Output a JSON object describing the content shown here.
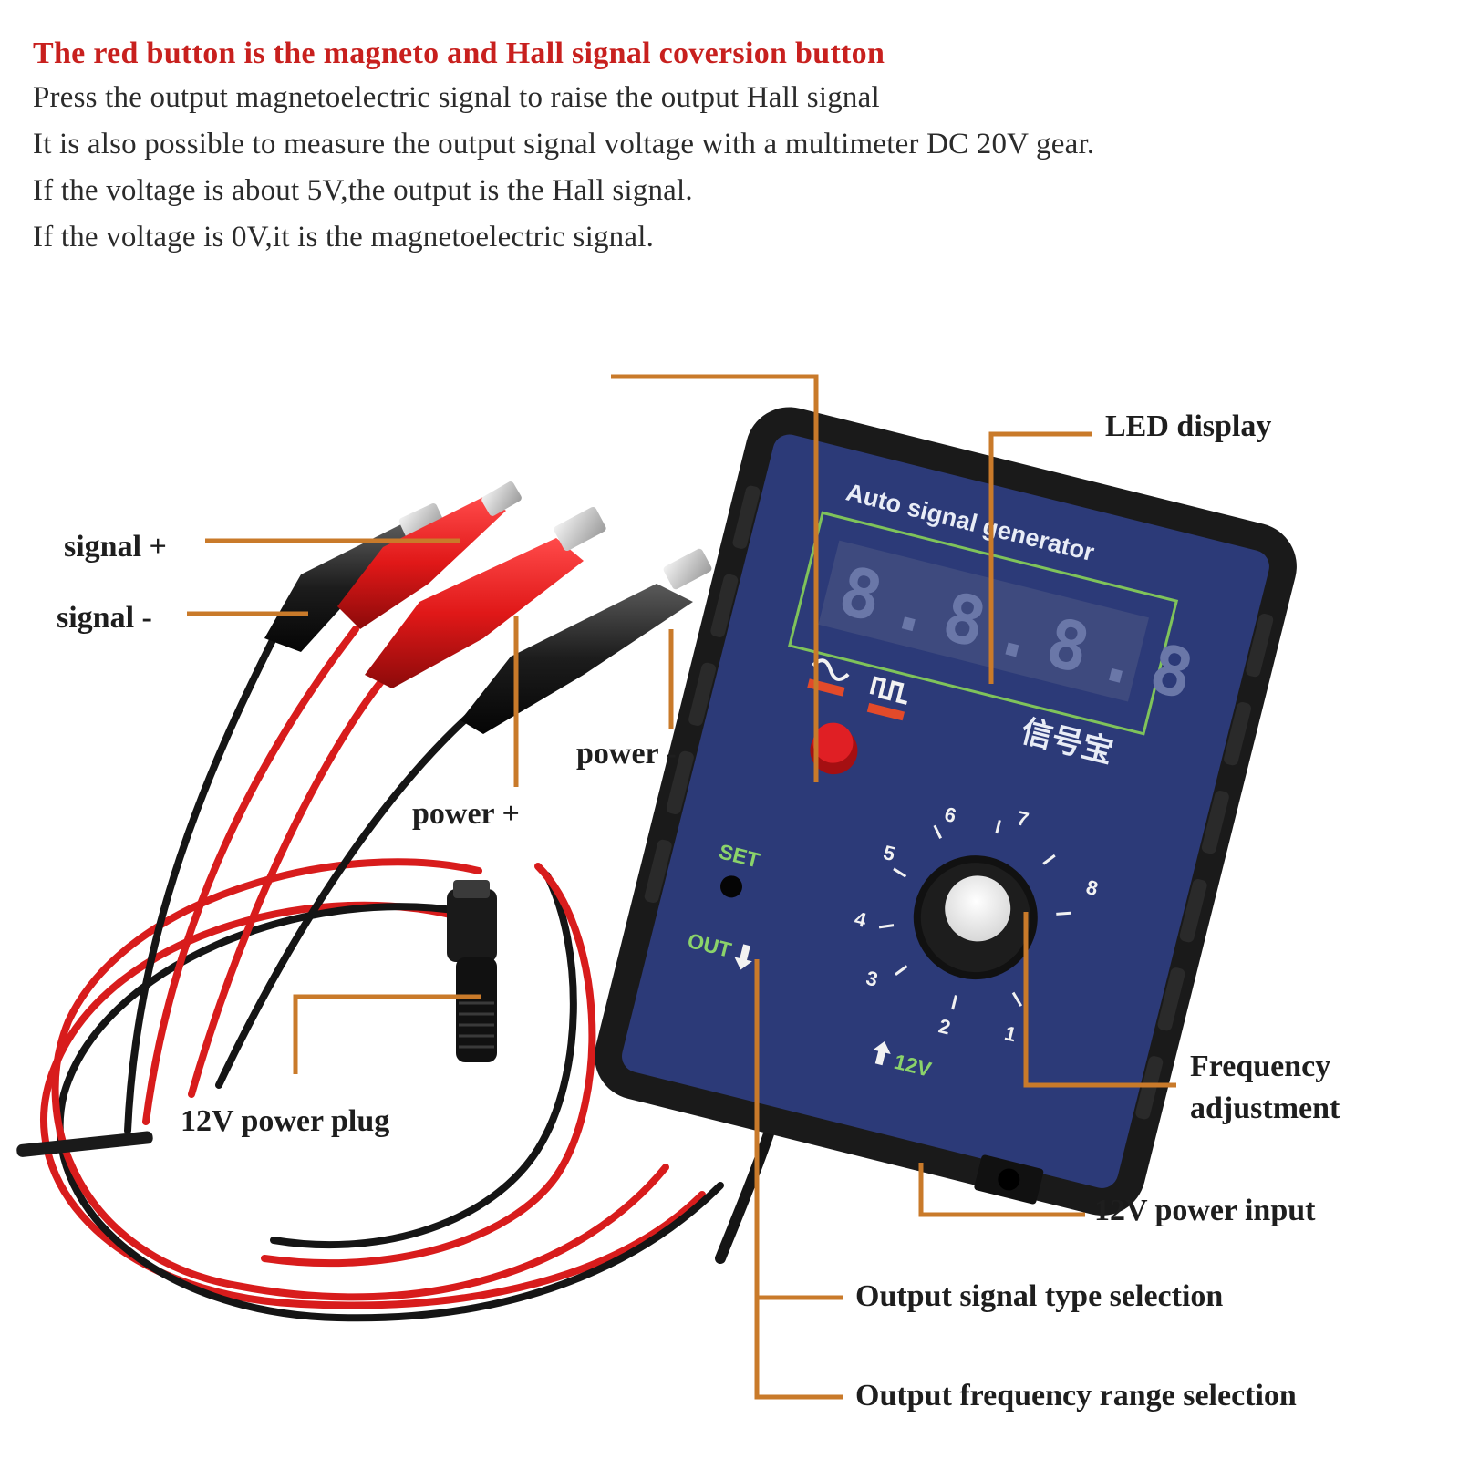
{
  "intro": {
    "headline": "The red button is the magneto and Hall signal coversion button",
    "lines": [
      "Press the output magnetoelectric signal to raise the output Hall signal",
      "It is also possible to measure the output signal voltage with a multimeter DC 20V gear.",
      "If the voltage is about 5V,the output is the Hall signal.",
      "If the voltage is 0V,it is the magnetoelectric signal."
    ]
  },
  "labels": {
    "signal_plus": "signal +",
    "signal_minus": "signal -",
    "power_minus": "power -",
    "power_plus": "power +",
    "led_display": "LED display",
    "frequency_line1": "Frequency",
    "frequency_line2": "adjustment",
    "power_plug": "12V power plug",
    "power_input": "12V power input",
    "signal_type": "Output signal type selection",
    "frequency_range": "Output frequency range selection"
  },
  "device": {
    "brand_text": "Auto signal generator",
    "chinese_name": "信号宝",
    "set_label": "SET",
    "out_label": "OUT",
    "power_label": "12V",
    "dial_numbers": [
      "1",
      "2",
      "3",
      "4",
      "5",
      "6",
      "7",
      "8"
    ],
    "display_reading": "8.8.8.8"
  },
  "colors": {
    "headline": "#c8201e",
    "leader_line": "#c97a2a",
    "device_panel": "#2c3a78",
    "device_case": "#1a1a1a",
    "red_button": "#e01f24",
    "lcd_green": "#7fc35a"
  },
  "icons": {
    "hall_wave": "square-wave-icon",
    "magneto_wave": "sine-wave-icon",
    "out_arrow": "arrow-down-icon",
    "power_arrow": "arrow-up-icon"
  }
}
